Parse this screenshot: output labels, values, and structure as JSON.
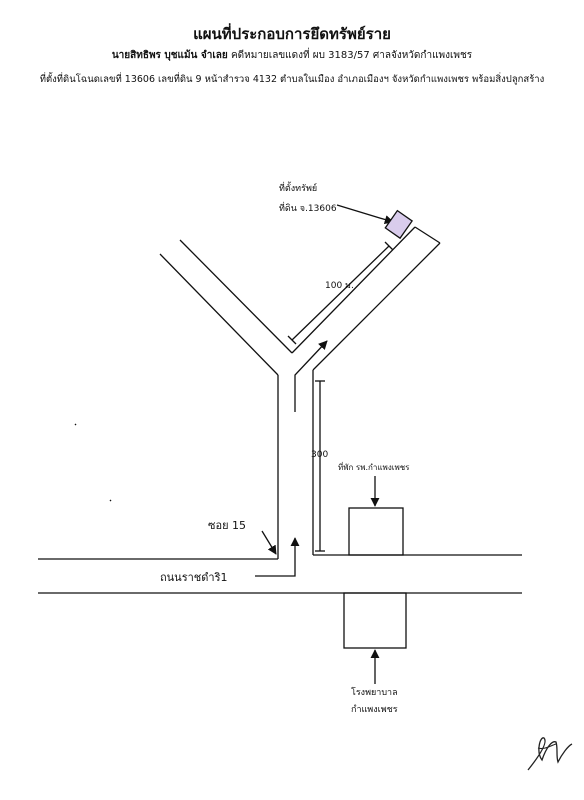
{
  "header": {
    "title": "แผนที่ประกอบการยึดทรัพย์ราย",
    "owner_name": "นายสิทธิพร บุชแม้น จำเลย",
    "case_info": "คดีหมายเลขแดงที่ ผบ 3183/57 ศาลจังหวัดกำแพงเพชร",
    "location": "ที่ตั้งที่ดินโฉนดเลขที่ 13606 เลขที่ดิน 9 หน้าสำรวจ 4132 ตำบลในเมือง อำเภอเมืองฯ จังหวัดกำแพงเพชร พร้อมสิ่งปลูกสร้าง"
  },
  "map": {
    "property_label_line1": "ที่ตั้งทรัพย์",
    "property_label_line2": "ที่ดิน จ.13606",
    "distance_100": "100 ม.",
    "distance_300": "300",
    "soi_label": "ซอย 15",
    "main_road": "ถนนราชดำริ1",
    "store_label": "ที่พัก รพ.กำแพงเพชร",
    "hospital_line1": "โรงพยาบาล",
    "hospital_line2": "กำแพงเพชร"
  },
  "colors": {
    "ink": "#111111",
    "property_fill": "#d9ccec"
  }
}
